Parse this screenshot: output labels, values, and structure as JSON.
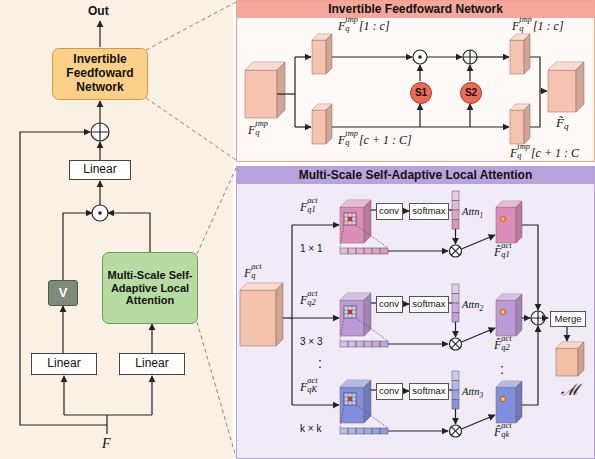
{
  "diagram": {
    "nodes": [
      {
        "text": [
          "Invertible Feedfoward Network"
        ]
      },
      {
        "text": [
          "Linear"
        ]
      },
      {
        "text": [
          "V"
        ]
      },
      {
        "text": [
          "Multi-Scale Self-Adaptive Local Attention"
        ]
      },
      {
        "text": [
          "Linear"
        ]
      },
      {
        "text": [
          "Linear"
        ]
      },
      {
        "text": [
          "Invertible Feedfoward Network"
        ]
      },
      {
        "text": [
          "S1"
        ],
        "in": 6
      },
      {
        "text": [
          "S2"
        ],
        "in": 6
      },
      {
        "text": [
          "Multi-Scale Self-Adaptive Local Attention"
        ]
      },
      {
        "text": [
          "conv"
        ],
        "in": 9
      },
      {
        "text": [
          "softmax"
        ],
        "in": 9
      },
      {
        "text": [
          "conv"
        ],
        "in": 9
      },
      {
        "text": [
          "softmax"
        ],
        "in": 9
      },
      {
        "text": [
          "conv"
        ],
        "in": 9
      },
      {
        "text": [
          "softmax"
        ],
        "in": 9
      },
      {
        "text": [
          "Merge"
        ],
        "in": 9
      }
    ],
    "edges": [
      {
        "from": 4,
        "to": 2,
        "arrow": "to"
      },
      {
        "from": 5,
        "to": 3,
        "arrow": "to"
      },
      {
        "from": 10,
        "to": 11,
        "arrow": "to"
      },
      {
        "from": 12,
        "to": 13,
        "arrow": "to"
      },
      {
        "from": 14,
        "to": 15,
        "arrow": "to"
      }
    ],
    "labels": [
      "Out",
      "F",
      "F",
      "q",
      "tmp",
      "F",
      "q",
      "tmp",
      "[1 : c]",
      "F",
      "q",
      "tmp",
      "[c + 1 : C]",
      "F",
      "q",
      "tmp",
      "[1 : c]",
      "F",
      "q",
      "tmp",
      "[c + 1 : C",
      "F̃",
      "q",
      "F",
      "q",
      "act",
      "F",
      "q1",
      "act",
      "F",
      "q2",
      "act",
      "F",
      "qK",
      "act",
      "1 × 1",
      "3 × 3",
      "k × k",
      "Attn",
      "1",
      "Attn",
      "2",
      "Attn",
      "3",
      "F̂",
      "q1",
      "act",
      "F̂",
      "q2",
      "act",
      "F̂",
      "qk",
      "act",
      "ℳ",
      ":",
      ":"
    ]
  }
}
